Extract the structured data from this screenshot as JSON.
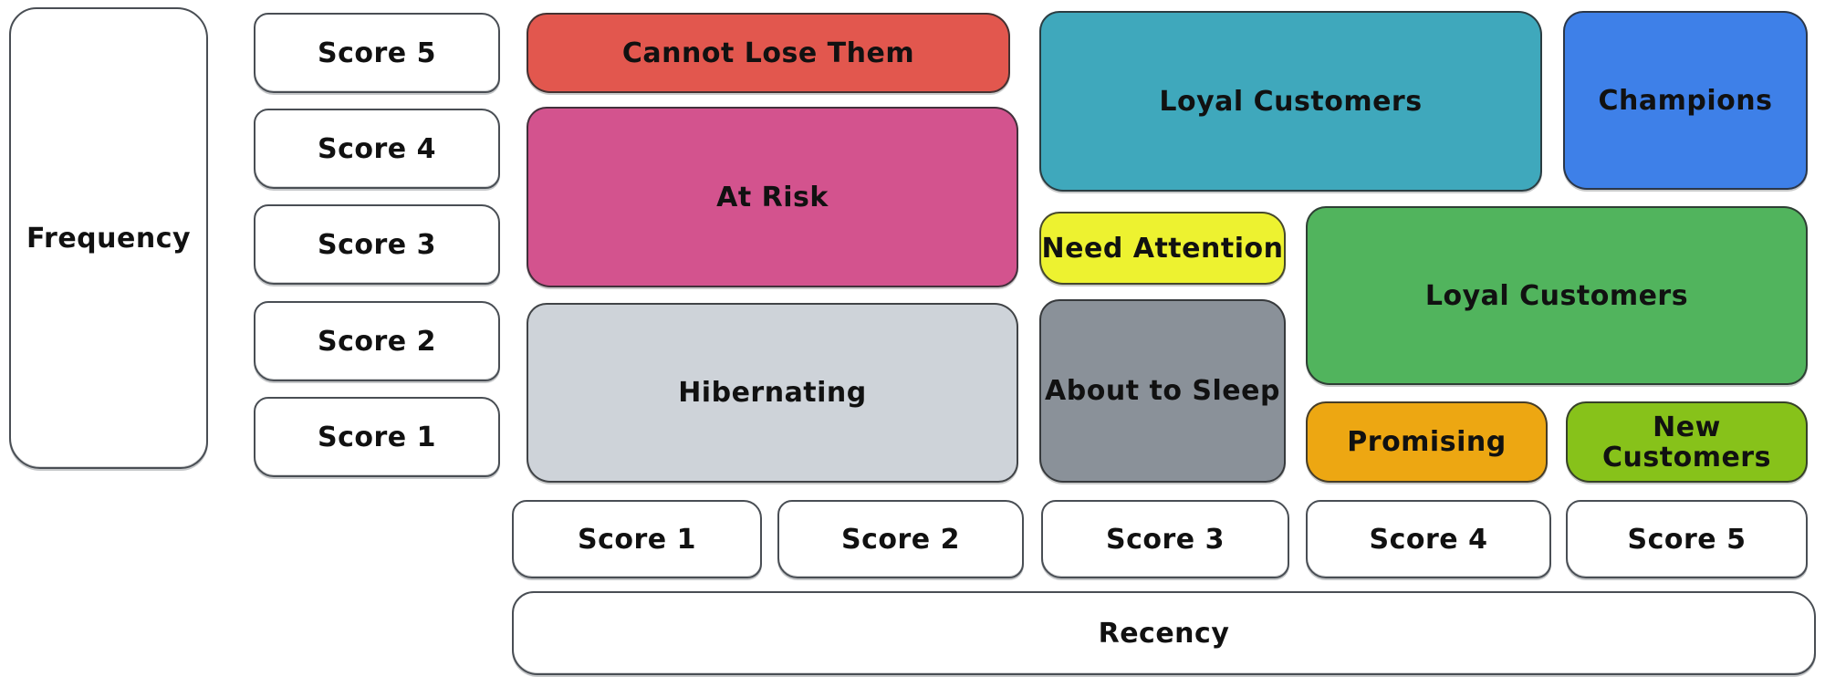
{
  "axes": {
    "frequency": {
      "label": "Frequency",
      "scores": [
        "Score 5",
        "Score 4",
        "Score 3",
        "Score 2",
        "Score 1"
      ]
    },
    "recency": {
      "label": "Recency",
      "scores": [
        "Score 1",
        "Score 2",
        "Score 3",
        "Score 4",
        "Score 5"
      ]
    }
  },
  "segments": [
    {
      "label": "Cannot Lose Them",
      "color": "#e2574e",
      "recency_scores": [
        1,
        2
      ],
      "frequency_scores": [
        5
      ]
    },
    {
      "label": "At Risk",
      "color": "#d3538e",
      "recency_scores": [
        1,
        2
      ],
      "frequency_scores": [
        3,
        4
      ]
    },
    {
      "label": "Hibernating",
      "color": "#ced3d9",
      "recency_scores": [
        1,
        2
      ],
      "frequency_scores": [
        1,
        2
      ]
    },
    {
      "label": "Loyal Customers",
      "color": "#3fa8bc",
      "recency_scores": [
        3,
        4
      ],
      "frequency_scores": [
        4,
        5
      ]
    },
    {
      "label": "Champions",
      "color": "#3e80e8",
      "recency_scores": [
        5
      ],
      "frequency_scores": [
        4,
        5
      ]
    },
    {
      "label": "Need Attention",
      "color": "#edf230",
      "recency_scores": [
        3
      ],
      "frequency_scores": [
        3
      ]
    },
    {
      "label": "About to Sleep",
      "color": "#8a9199",
      "recency_scores": [
        3
      ],
      "frequency_scores": [
        1,
        2
      ]
    },
    {
      "label": "Loyal Customers",
      "color": "#51b45d",
      "recency_scores": [
        4,
        5
      ],
      "frequency_scores": [
        2,
        3
      ]
    },
    {
      "label": "Promising",
      "color": "#eda712",
      "recency_scores": [
        4
      ],
      "frequency_scores": [
        1
      ]
    },
    {
      "label": "New Customers",
      "color": "#87c21a",
      "recency_scores": [
        5
      ],
      "frequency_scores": [
        1
      ]
    }
  ],
  "style_colors": {
    "box_border": "#494e54",
    "text": "#111111",
    "background": "#ffffff"
  }
}
